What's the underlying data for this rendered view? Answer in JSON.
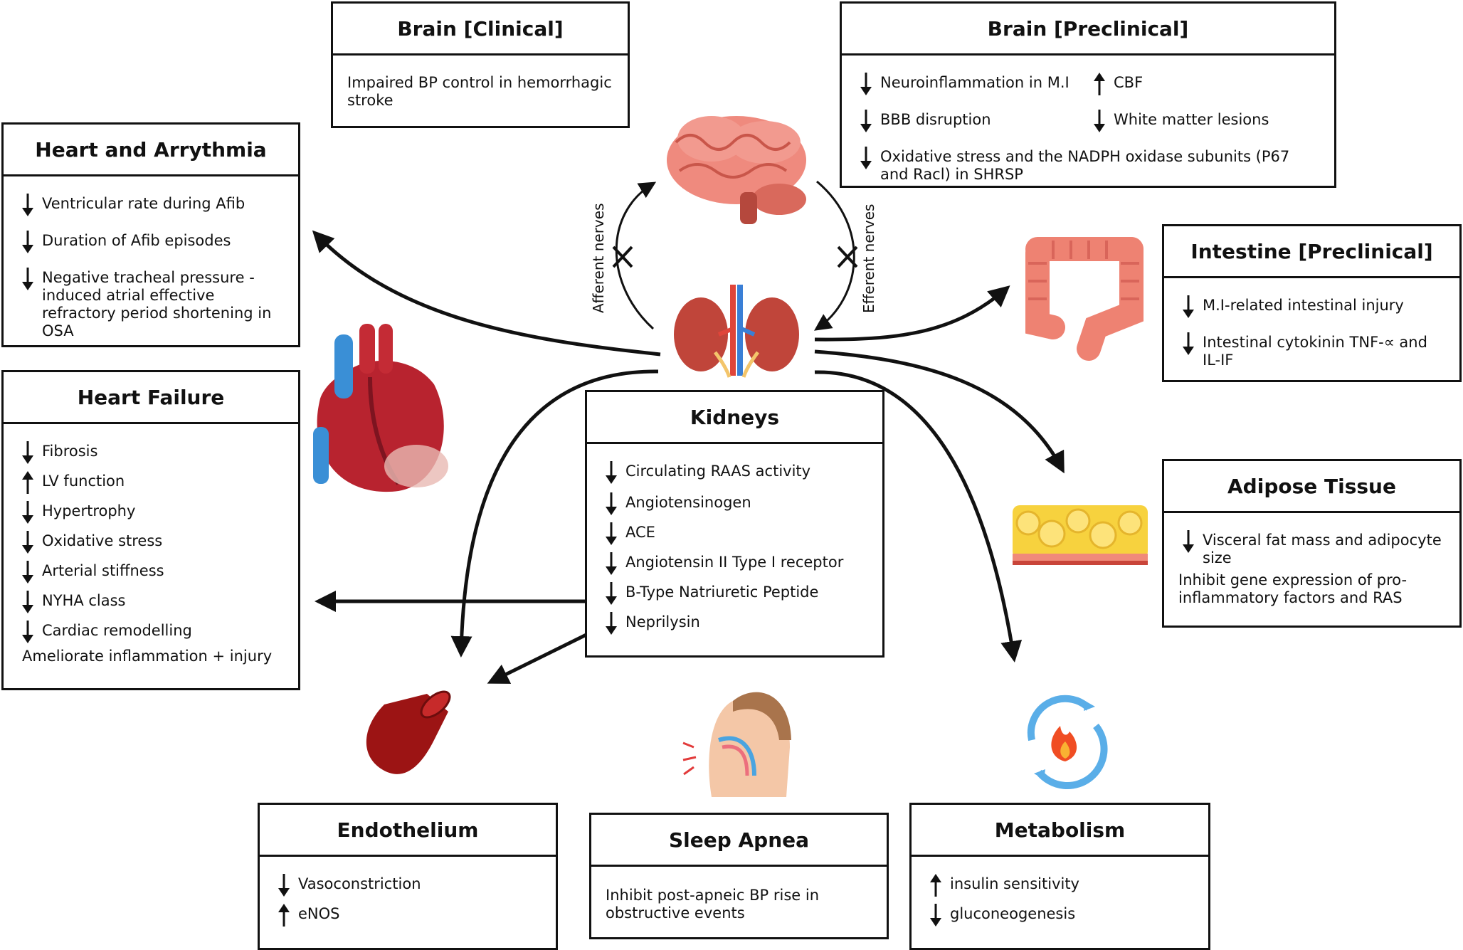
{
  "boxes": {
    "brain_clinical": {
      "title": "Brain [Clinical]",
      "items": [
        {
          "dir": "none",
          "text": "Impaired BP control in hemorrhagic stroke"
        }
      ]
    },
    "brain_preclinical": {
      "title": "Brain [Preclinical]",
      "items": [
        {
          "dir": "down",
          "text": "Neuroinflammation in M.I"
        },
        {
          "dir": "up",
          "text": "CBF"
        },
        {
          "dir": "down",
          "text": "BBB disruption"
        },
        {
          "dir": "down",
          "text": "White matter lesions"
        },
        {
          "dir": "down",
          "text": "Oxidative stress and the NADPH oxidase subunits (P67 and Racl) in SHRSP"
        }
      ]
    },
    "heart_arrhythmia": {
      "title": "Heart and Arrythmia",
      "items": [
        {
          "dir": "down",
          "text": "Ventricular rate during Afib"
        },
        {
          "dir": "down",
          "text": "Duration of Afib episodes"
        },
        {
          "dir": "down",
          "text": "Negative tracheal pressure - induced atrial effective refractory period shortening in OSA"
        }
      ]
    },
    "heart_failure": {
      "title": "Heart Failure",
      "items": [
        {
          "dir": "down",
          "text": "Fibrosis"
        },
        {
          "dir": "up",
          "text": "LV function"
        },
        {
          "dir": "down",
          "text": "Hypertrophy"
        },
        {
          "dir": "down",
          "text": "Oxidative stress"
        },
        {
          "dir": "down",
          "text": "Arterial stiffness"
        },
        {
          "dir": "down",
          "text": "NYHA class"
        },
        {
          "dir": "down",
          "text": "Cardiac remodelling"
        },
        {
          "dir": "none",
          "text": "Ameliorate inflammation + injury"
        }
      ]
    },
    "intestine": {
      "title": "Intestine [Preclinical]",
      "items": [
        {
          "dir": "down",
          "text": "M.I-related intestinal injury"
        },
        {
          "dir": "down",
          "text": "Intestinal cytokinin TNF-∝ and IL-IF"
        }
      ]
    },
    "adipose": {
      "title": "Adipose Tissue",
      "items": [
        {
          "dir": "down",
          "text": "Visceral fat mass and adipocyte size"
        },
        {
          "dir": "none",
          "text": "Inhibit gene expression of pro-inflammatory factors and RAS"
        }
      ]
    },
    "kidneys": {
      "title": "Kidneys",
      "items": [
        {
          "dir": "down",
          "text": "Circulating RAAS activity"
        },
        {
          "dir": "down",
          "text": "Angiotensinogen"
        },
        {
          "dir": "down",
          "text": "ACE"
        },
        {
          "dir": "down",
          "text": "Angiotensin II Type I receptor"
        },
        {
          "dir": "down",
          "text": "B-Type Natriuretic Peptide"
        },
        {
          "dir": "down",
          "text": "Neprilysin"
        }
      ]
    },
    "endothelium": {
      "title": "Endothelium",
      "items": [
        {
          "dir": "down",
          "text": "Vasoconstriction"
        },
        {
          "dir": "up",
          "text": "eNOS"
        }
      ]
    },
    "sleep_apnea": {
      "title": "Sleep Apnea",
      "items": [
        {
          "dir": "none",
          "text": "Inhibit post-apneic BP rise in obstructive events"
        }
      ]
    },
    "metabolism": {
      "title": "Metabolism",
      "items": [
        {
          "dir": "up",
          "text": "insulin sensitivity"
        },
        {
          "dir": "down",
          "text": "gluconeogenesis"
        }
      ]
    }
  },
  "labels": {
    "afferent": "Afferent nerves",
    "efferent": "Efferent nerves"
  },
  "icons": [
    "brain-icon",
    "kidneys-icon",
    "heart-icon",
    "intestine-icon",
    "adipose-icon",
    "blood-vessel-icon",
    "sleep-apnea-head-icon",
    "metabolism-icon"
  ],
  "colors": {
    "brain": "#ef8a7e",
    "kidney": "#c0453a",
    "heart_red": "#b8232f",
    "heart_blue": "#3a8fd6",
    "intestine": "#ee8272",
    "fat": "#f7d23e",
    "vessel": "#9c1414",
    "cycle_blue": "#5aaee8",
    "flame": "#f04d23"
  }
}
